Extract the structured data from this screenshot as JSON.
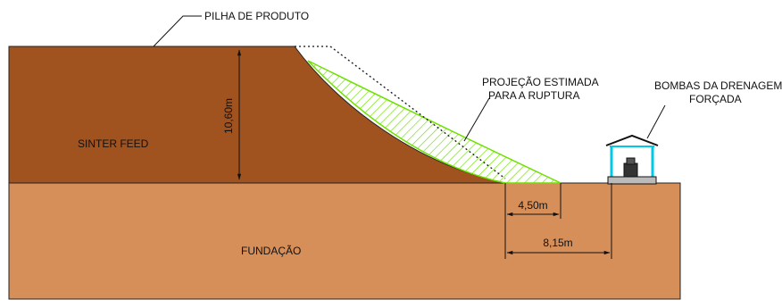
{
  "labels": {
    "pile": "PILHA DE PRODUTO",
    "material": "SINTER FEED",
    "foundation": "FUNDAÇÃO",
    "rupture_line1": "PROJEÇÃO ESTIMADA",
    "rupture_line2": "PARA A RUPTURA",
    "pumps_line1": "BOMBAS DA DRENAGEM",
    "pumps_line2": "FORÇADA"
  },
  "dimensions": {
    "height": "10,60m",
    "rupture_distance": "4,50m",
    "pump_distance": "8,15m"
  },
  "colors": {
    "pile": "#a0521f",
    "foundation": "#d68f59",
    "hatch": "#6ee000",
    "pump_frame": "#00c8e6",
    "line": "#111111"
  }
}
